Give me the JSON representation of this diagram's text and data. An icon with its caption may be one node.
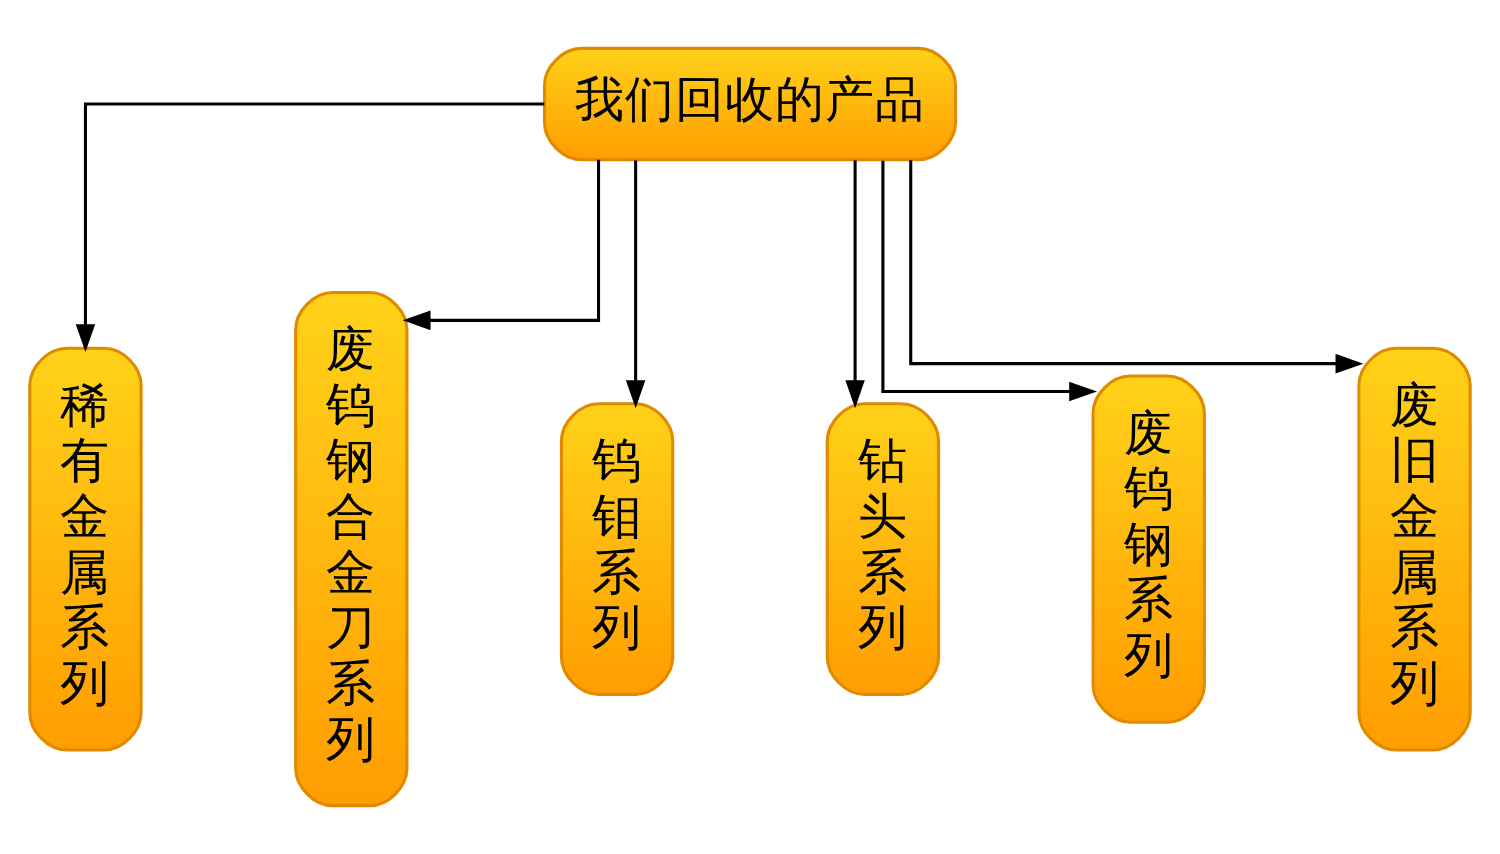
{
  "diagram": {
    "nodes": [
      {
        "text": [
          "我们回收的产品"
        ]
      },
      {
        "text": [
          "稀有金属系列"
        ]
      },
      {
        "text": [
          "废钨钢合金刀系列"
        ]
      },
      {
        "text": [
          "钨钼系列"
        ]
      },
      {
        "text": [
          "钻头系列"
        ]
      },
      {
        "text": [
          "废钨钢系列"
        ]
      },
      {
        "text": [
          "废旧金属系列"
        ]
      }
    ],
    "edges": [
      {
        "from": 0,
        "to": 1,
        "arrow": "to"
      },
      {
        "from": 0,
        "to": 2,
        "arrow": "to"
      },
      {
        "from": 0,
        "to": 3,
        "arrow": "to"
      },
      {
        "from": 0,
        "to": 4,
        "arrow": "to"
      },
      {
        "from": 0,
        "to": 5,
        "arrow": "to"
      },
      {
        "from": 0,
        "to": 6,
        "arrow": "to"
      }
    ]
  }
}
